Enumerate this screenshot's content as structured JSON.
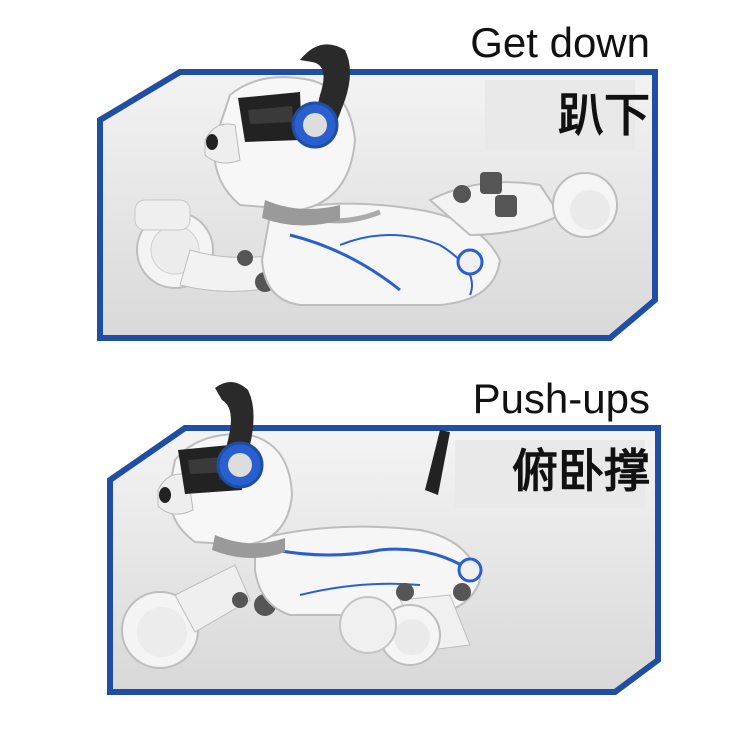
{
  "panels": [
    {
      "title_en": "Get down",
      "title_zh": "趴下"
    },
    {
      "title_en": "Push-ups",
      "title_zh": "俯卧撑"
    }
  ],
  "colors": {
    "frame_blue": "#1f4ea3",
    "panel_gray": "#e7e7e7",
    "robot_white": "#f4f4f4",
    "accent_blue": "#2a5fd0"
  }
}
